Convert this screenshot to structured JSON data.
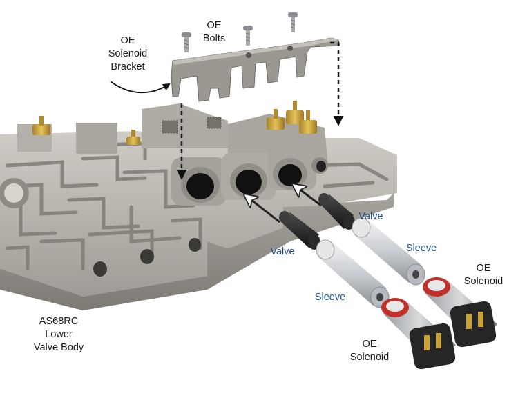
{
  "labels": {
    "bracket": [
      "OE",
      "Solenoid",
      "Bracket"
    ],
    "bolts": [
      "OE",
      "Bolts"
    ],
    "valve_right": "Valve",
    "valve_left": "Valve",
    "sleeve_right": "Sleeve",
    "sleeve_left": "Sleeve",
    "solenoid_right": [
      "OE",
      "Solenoid"
    ],
    "solenoid_front": [
      "OE",
      "Solenoid"
    ],
    "valve_body": [
      "AS68RC",
      "Lower",
      "Valve Body"
    ]
  },
  "colors": {
    "label_dark": "#1a1a1a",
    "label_blue": "#1f4f8a",
    "aluminum": "#b9b6b0",
    "aluminum_dark": "#8d8a84",
    "brass": "#c9a23a",
    "valve_black": "#2b2b2b",
    "sleeve_silver": "#d6d8da",
    "solenoid_red": "#c0312b"
  }
}
